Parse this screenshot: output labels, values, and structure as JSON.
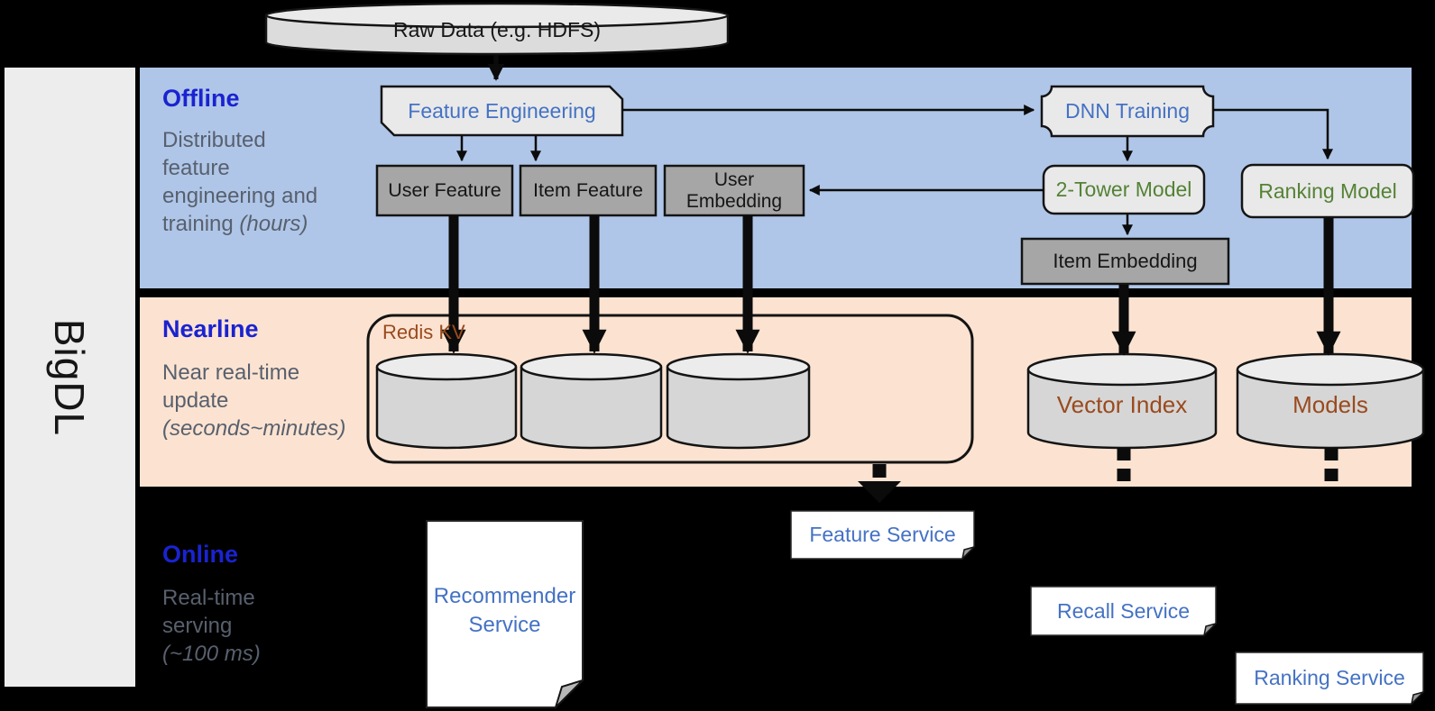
{
  "brand": {
    "label": "BigDL"
  },
  "datasource": {
    "label": "Raw Data (e.g. HDFS)"
  },
  "sections": {
    "offline": {
      "title": "Offline",
      "desc": "Distributed feature engineering and training ",
      "desc_italic": "(hours)"
    },
    "nearline": {
      "title": "Nearline",
      "desc": "Near real-time update ",
      "desc_italic": "(seconds~minutes)"
    },
    "online": {
      "title": "Online",
      "desc": "Real-time serving ",
      "desc_italic": "(~100 ms)"
    }
  },
  "nodes": {
    "feature_engineering": {
      "label": "Feature Engineering"
    },
    "dnn_training": {
      "label": "DNN Training"
    },
    "user_feature": {
      "label": "User Feature"
    },
    "item_feature": {
      "label": "Item Feature"
    },
    "user_embedding": {
      "label": "User Embedding"
    },
    "two_tower_model": {
      "label": "2-Tower Model"
    },
    "ranking_model": {
      "label": "Ranking Model"
    },
    "item_embedding": {
      "label": "Item Embedding"
    },
    "redis_kv": {
      "label": "Redis KV"
    },
    "vector_index": {
      "label": "Vector Index"
    },
    "models": {
      "label": "Models"
    },
    "recommender_service": {
      "label": "Recommender Service"
    },
    "feature_service": {
      "label": "Feature Service"
    },
    "recall_service": {
      "label": "Recall Service"
    },
    "ranking_service": {
      "label": "Ranking Service"
    }
  },
  "colors": {
    "background": "#000000",
    "offline_band": "#afc6e8",
    "nearline_band": "#fce3d1",
    "sidebar": "#ededed",
    "section_heading_blue": "#1a23d0",
    "section_desc_gray": "#58606e",
    "node_text_blue": "#4472c4",
    "node_text_green": "#548235",
    "node_text_brown": "#9a4a1e",
    "gray_box_fill": "#a6a6a6",
    "light_shape_fill": "#e9e9e9",
    "cylinder_fill": "#d6d6d6"
  }
}
